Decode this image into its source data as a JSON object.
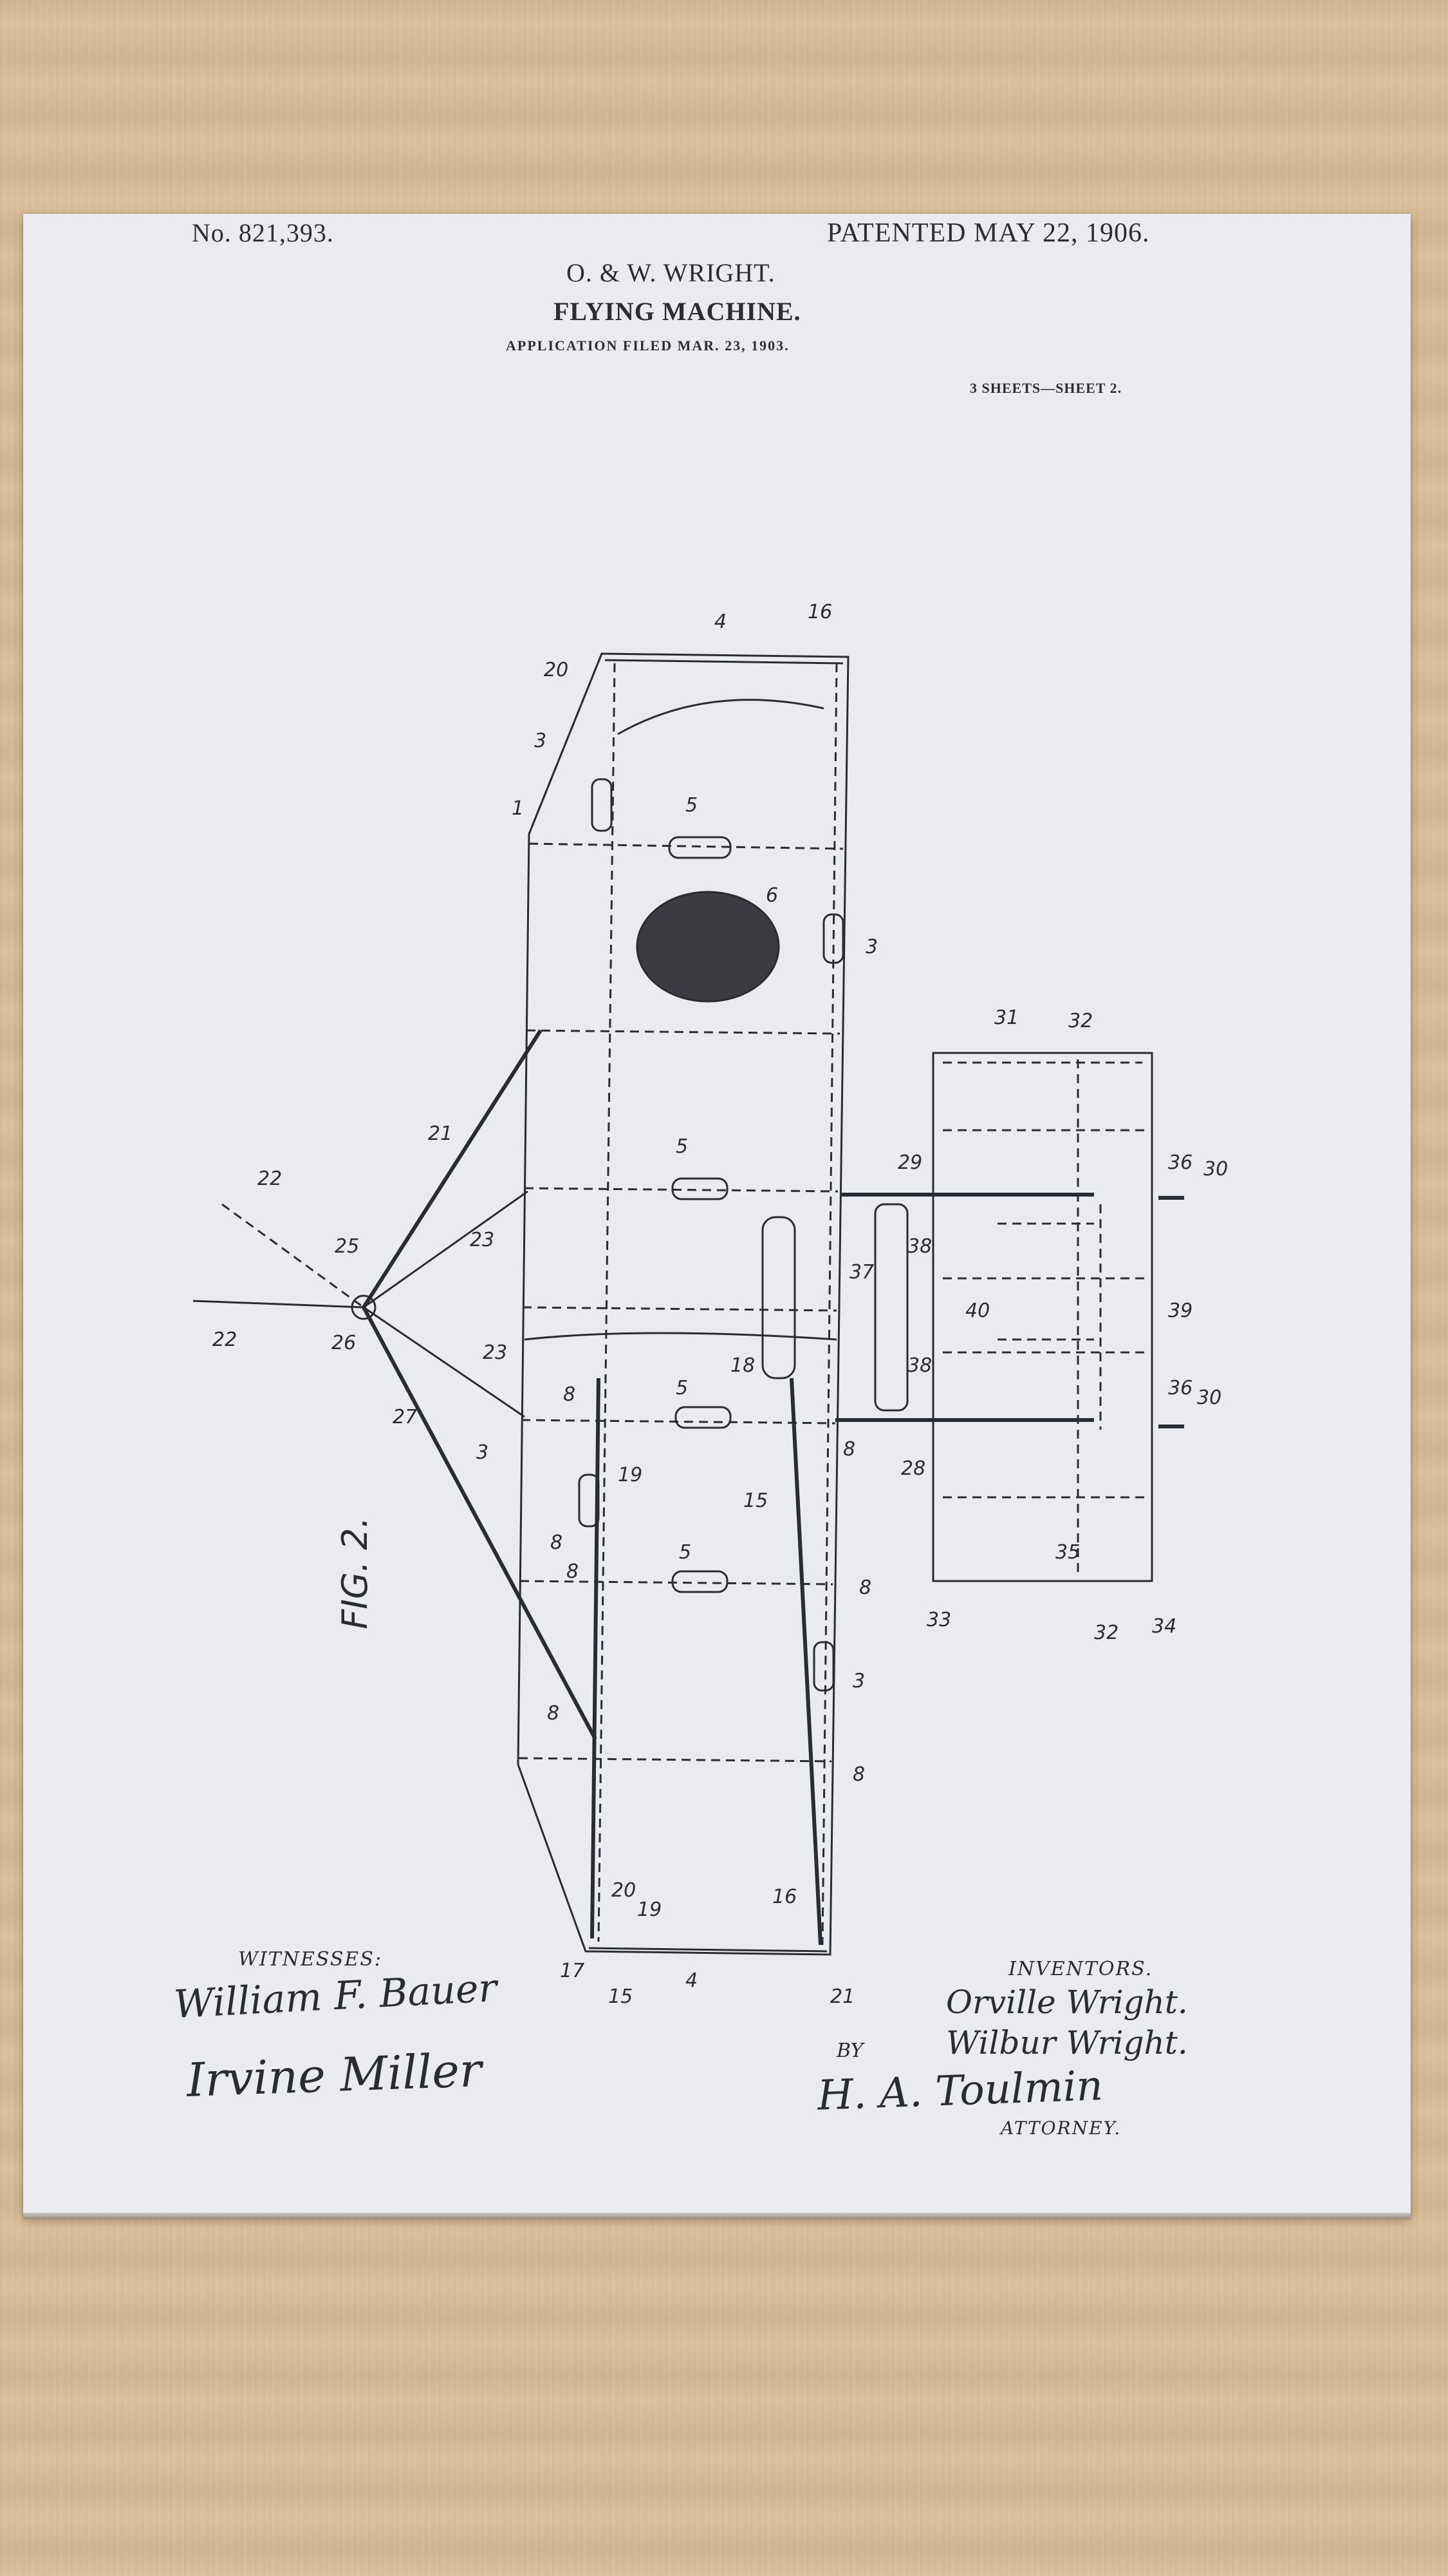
{
  "header": {
    "patent_number": "No. 821,393.",
    "patent_date": "PATENTED MAY 22, 1906.",
    "inventors_line": "O. & W. WRIGHT.",
    "title": "FLYING MACHINE.",
    "application_filed": "APPLICATION FILED MAR. 23, 1903.",
    "sheets": "3 SHEETS—SHEET 2."
  },
  "figure": {
    "label": "FIG. 2.",
    "reference_numbers": [
      "1",
      "3",
      "4",
      "5",
      "6",
      "8",
      "15",
      "16",
      "17",
      "18",
      "19",
      "20",
      "21",
      "22",
      "23",
      "25",
      "26",
      "27",
      "28",
      "29",
      "30",
      "31",
      "32",
      "33",
      "34",
      "35",
      "36",
      "37",
      "38",
      "39",
      "40"
    ]
  },
  "signatures": {
    "witnesses_label": "WITNESSES:",
    "witness_1": "William F. Bauer",
    "witness_2": "Irvine Miller",
    "inventors_label": "INVENTORS.",
    "inventor_1": "Orville Wright.",
    "inventor_2": "Wilbur Wright.",
    "by_label": "BY",
    "attorney_signature": "H. A. Toulmin",
    "attorney_label": "ATTORNEY."
  },
  "colors": {
    "ink": "#2a2c33",
    "paper": "#e9ebee",
    "wood": "#d9bf97"
  }
}
